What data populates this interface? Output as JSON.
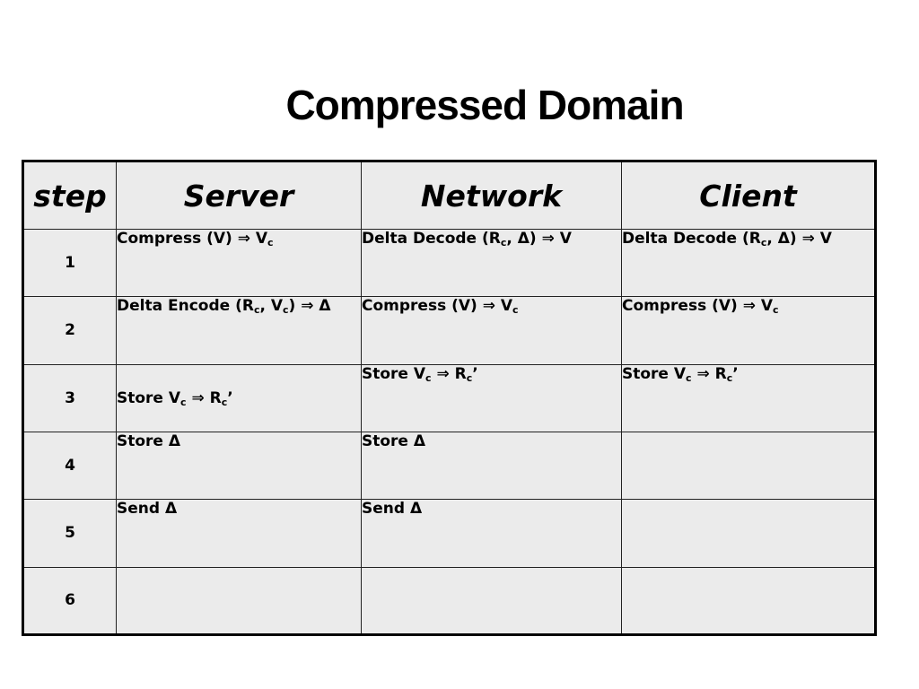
{
  "title": "Compressed Domain",
  "headers": [
    "step",
    "Server",
    "Network",
    "Client"
  ],
  "rows": [
    {
      "step": "1",
      "server": [
        {
          "t": "Compress (V) ⇒ V"
        },
        {
          "s": "c"
        }
      ],
      "network": [
        {
          "t": "Delta Decode (R"
        },
        {
          "s": "c"
        },
        {
          "t": ", Δ) ⇒ V"
        }
      ],
      "client": [
        {
          "t": "Delta Decode (R"
        },
        {
          "s": "c"
        },
        {
          "t": ", Δ) ⇒ V"
        }
      ]
    },
    {
      "step": "2",
      "server": [
        {
          "t": "Delta Encode (R"
        },
        {
          "s": "c"
        },
        {
          "t": ", V"
        },
        {
          "s": "c"
        },
        {
          "t": ") ⇒ Δ"
        }
      ],
      "network": [
        {
          "t": "Compress (V) ⇒ V"
        },
        {
          "s": "c"
        }
      ],
      "client": [
        {
          "t": "Compress (V) ⇒ V"
        },
        {
          "s": "c"
        }
      ]
    },
    {
      "step": "3",
      "server": [
        {
          "t": "Store V"
        },
        {
          "s": "c"
        },
        {
          "t": " ⇒ R"
        },
        {
          "s": "c"
        },
        {
          "t": "’"
        }
      ],
      "network": [
        {
          "t": "Store V"
        },
        {
          "s": "c"
        },
        {
          "t": " ⇒ R"
        },
        {
          "s": "c"
        },
        {
          "t": "’"
        }
      ],
      "client": [
        {
          "t": "Store V"
        },
        {
          "s": "c"
        },
        {
          "t": " ⇒ R"
        },
        {
          "s": "c"
        },
        {
          "t": "’"
        }
      ]
    },
    {
      "step": "4",
      "server": [
        {
          "t": "Store Δ"
        }
      ],
      "network": [
        {
          "t": "Store Δ"
        }
      ],
      "client": []
    },
    {
      "step": "5",
      "server": [
        {
          "t": "Send Δ"
        }
      ],
      "network": [
        {
          "t": "Send Δ"
        }
      ],
      "client": []
    },
    {
      "step": "6",
      "server": [],
      "network": [],
      "client": []
    }
  ]
}
